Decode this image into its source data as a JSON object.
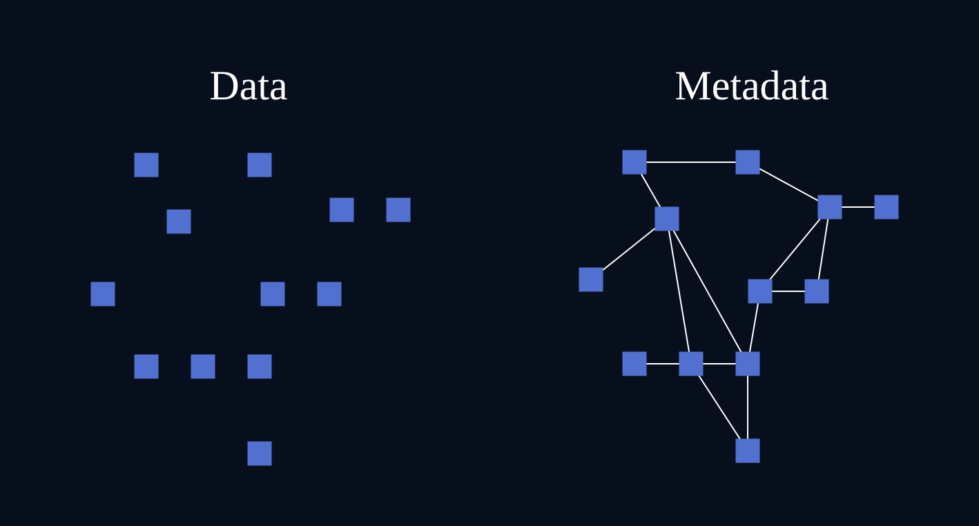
{
  "panels": {
    "data": {
      "title": "Data",
      "node_count": 12,
      "edge_count": 0
    },
    "metadata": {
      "title": "Metadata",
      "node_count": 12,
      "edge_count": 15
    }
  },
  "colors": {
    "background": "#070f1c",
    "node_fill": "#5270d0",
    "edge_stroke": "#ffffff",
    "title_text": "#ffffff"
  }
}
